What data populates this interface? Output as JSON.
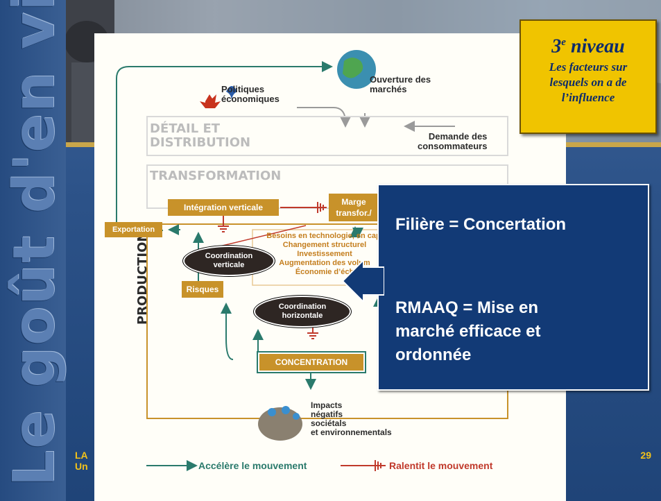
{
  "slide": {
    "vertical_title": "Le goût d'en vivre",
    "page_number": "29",
    "footer_line1": "LA",
    "footer_line2": "Un"
  },
  "niveau_box": {
    "title": "3e niveau",
    "title_num": "3",
    "title_sup": "e",
    "title_rest": " niveau",
    "subtitle_lines": [
      "Les facteurs sur",
      "lesquels on a de",
      "l’influence"
    ]
  },
  "blue_box": {
    "line1": "Filière = Concertation",
    "line2": "RMAAQ = Mise en",
    "line3": "marché efficace et",
    "line4": "ordonnée"
  },
  "diagram": {
    "politiques": [
      "Politiques",
      "économiques"
    ],
    "ouverture": [
      "Ouverture des",
      "marchés"
    ],
    "demande": [
      "Demande des",
      "consommateurs"
    ],
    "detail": [
      "DÉTAIL ET",
      "DISTRIBUTION"
    ],
    "transformation": "TRANSFORMATION",
    "production": "PRODUCTION",
    "integration": "Intégration verticale",
    "marge": [
      "Marge",
      "transfor./"
    ],
    "exportation": "Exportation",
    "risques": "Risques",
    "concentration": "CONCENTRATION",
    "coord_verticale": [
      "Coordination",
      "verticale"
    ],
    "coord_horizontale": [
      "Coordination",
      "horizontale"
    ],
    "facteurs": [
      "Besoins en technologie, en capi",
      "Changement structurel",
      "Investissement",
      "Augmentation des volum",
      "Économie d’éch"
    ],
    "impacts": [
      "Impacts",
      "négatifs",
      "sociétals",
      "et environnementals"
    ],
    "legend_accelere": "Accélère le mouvement",
    "legend_ralentit": "Ralentit le mouvement"
  },
  "colors": {
    "background": "#2c5288",
    "gold_line": "#c9a64a",
    "niveau_box": "#f0c400",
    "blue_box": "#123a76",
    "diagram_gold": "#c8922a",
    "arrow_green": "#2a7a6c",
    "arrow_red": "#c0392b"
  }
}
